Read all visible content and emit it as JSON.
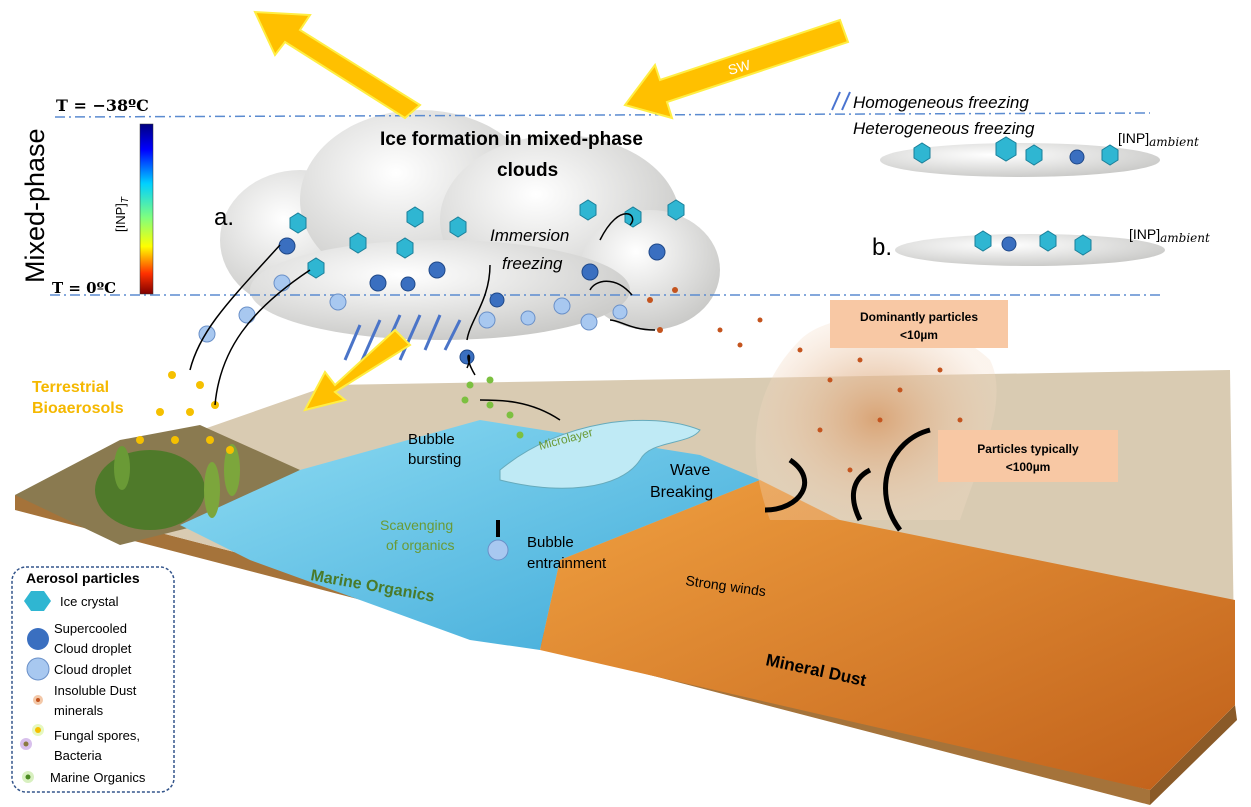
{
  "temps": {
    "top": "T = −38ºC",
    "bottom": "T = 0ºC"
  },
  "side_label": "Mixed-phase",
  "colorbar_label": "[INP]",
  "colorbar_sub": "T",
  "title_line1": "Ice formation in mixed-phase",
  "title_line2": "clouds",
  "panel_a": "a.",
  "panel_b": "b.",
  "sw_label": "SW",
  "homogeneous": "Homogeneous freezing",
  "heterogeneous": "Heterogeneous freezing",
  "inp_ambient": "[INP]",
  "inp_ambient_sub": "ambient",
  "immersion": [
    "Immersion",
    "freezing"
  ],
  "terrestrial": [
    "Terrestrial",
    "Bioaerosols"
  ],
  "bubble_bursting": [
    "Bubble",
    "bursting"
  ],
  "microlayer": "Microlayer",
  "wave_breaking": [
    "Wave",
    "Breaking"
  ],
  "scavenging": [
    "Scavenging",
    "of organics"
  ],
  "bubble_entrainment": [
    "Bubble",
    "entrainment"
  ],
  "marine_organics": "Marine Organics",
  "strong_winds": "Strong winds",
  "mineral_dust": "Mineral Dust",
  "box_small": [
    "Dominantly particles",
    "<10µm"
  ],
  "box_large": [
    "Particles typically",
    "<100µm"
  ],
  "legend": {
    "title": "Aerosol particles",
    "items": [
      {
        "lines": [
          "Ice crystal"
        ]
      },
      {
        "lines": [
          "Supercooled",
          "Cloud droplet"
        ]
      },
      {
        "lines": [
          "Cloud droplet"
        ]
      },
      {
        "lines": [
          "Insoluble Dust",
          "minerals"
        ]
      },
      {
        "lines": [
          "Fungal spores,",
          "Bacteria"
        ]
      },
      {
        "lines": [
          "Marine Organics"
        ]
      }
    ]
  },
  "colors": {
    "arrow": "#ffc000",
    "dashline": "#5b8bd0",
    "water": "#6cc8e8",
    "dust": "#e08a2c",
    "box": "#f8c8a4",
    "ice": "#2fb6d2"
  }
}
